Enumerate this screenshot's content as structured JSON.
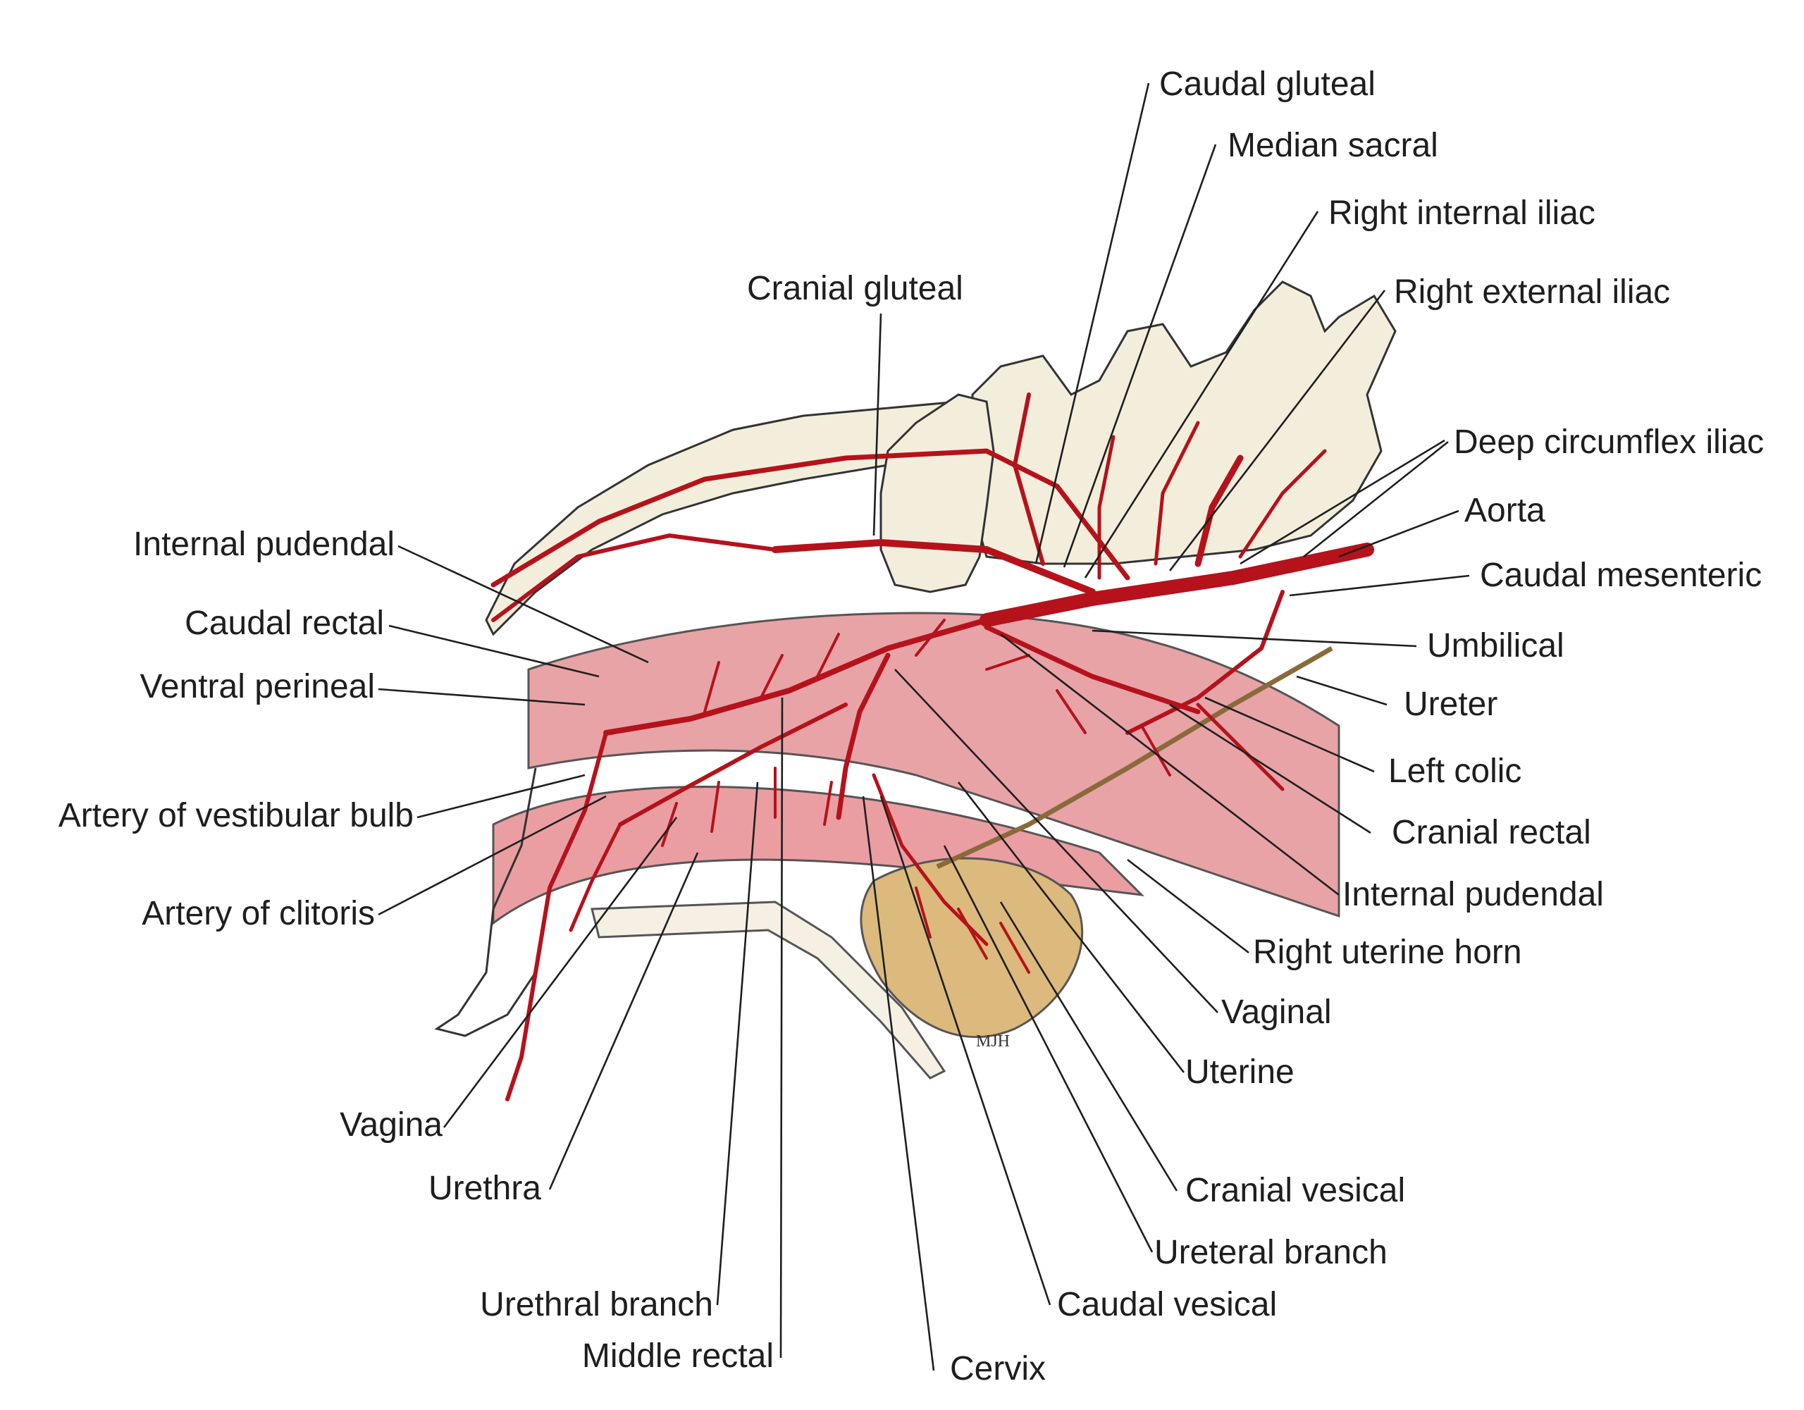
{
  "labels": {
    "caudal_gluteal": "Caudal gluteal",
    "median_sacral": "Median sacral",
    "right_internal_iliac": "Right internal iliac",
    "right_external_iliac": "Right external iliac",
    "cranial_gluteal": "Cranial gluteal",
    "deep_circumflex_iliac": "Deep circumflex iliac",
    "aorta": "Aorta",
    "caudal_mesenteric": "Caudal mesenteric",
    "internal_pudendal_left": "Internal pudendal",
    "caudal_rectal": "Caudal rectal",
    "umbilical": "Umbilical",
    "ventral_perineal": "Ventral perineal",
    "ureter": "Ureter",
    "left_colic": "Left colic",
    "artery_of_vestibular_bulb": "Artery of vestibular bulb",
    "cranial_rectal": "Cranial rectal",
    "internal_pudendal_right": "Internal pudendal",
    "artery_of_clitoris": "Artery of clitoris",
    "right_uterine_horn": "Right uterine horn",
    "vaginal": "Vaginal",
    "uterine": "Uterine",
    "vagina": "Vagina",
    "urethra": "Urethra",
    "cranial_vesical": "Cranial vesical",
    "ureteral_branch": "Ureteral branch",
    "urethral_branch": "Urethral branch",
    "caudal_vesical": "Caudal vesical",
    "middle_rectal": "Middle rectal",
    "cervix": "Cervix",
    "artist_signature": "MJH"
  },
  "colors": {
    "artery": "#b5121b",
    "bone": "#f3eedb",
    "rectum": "#e8a3a7",
    "bladder": "#dcb97c",
    "vagina_tissue": "#ea9ea2",
    "ureter": "#8a6a3a",
    "text": "#1e1e1e"
  }
}
